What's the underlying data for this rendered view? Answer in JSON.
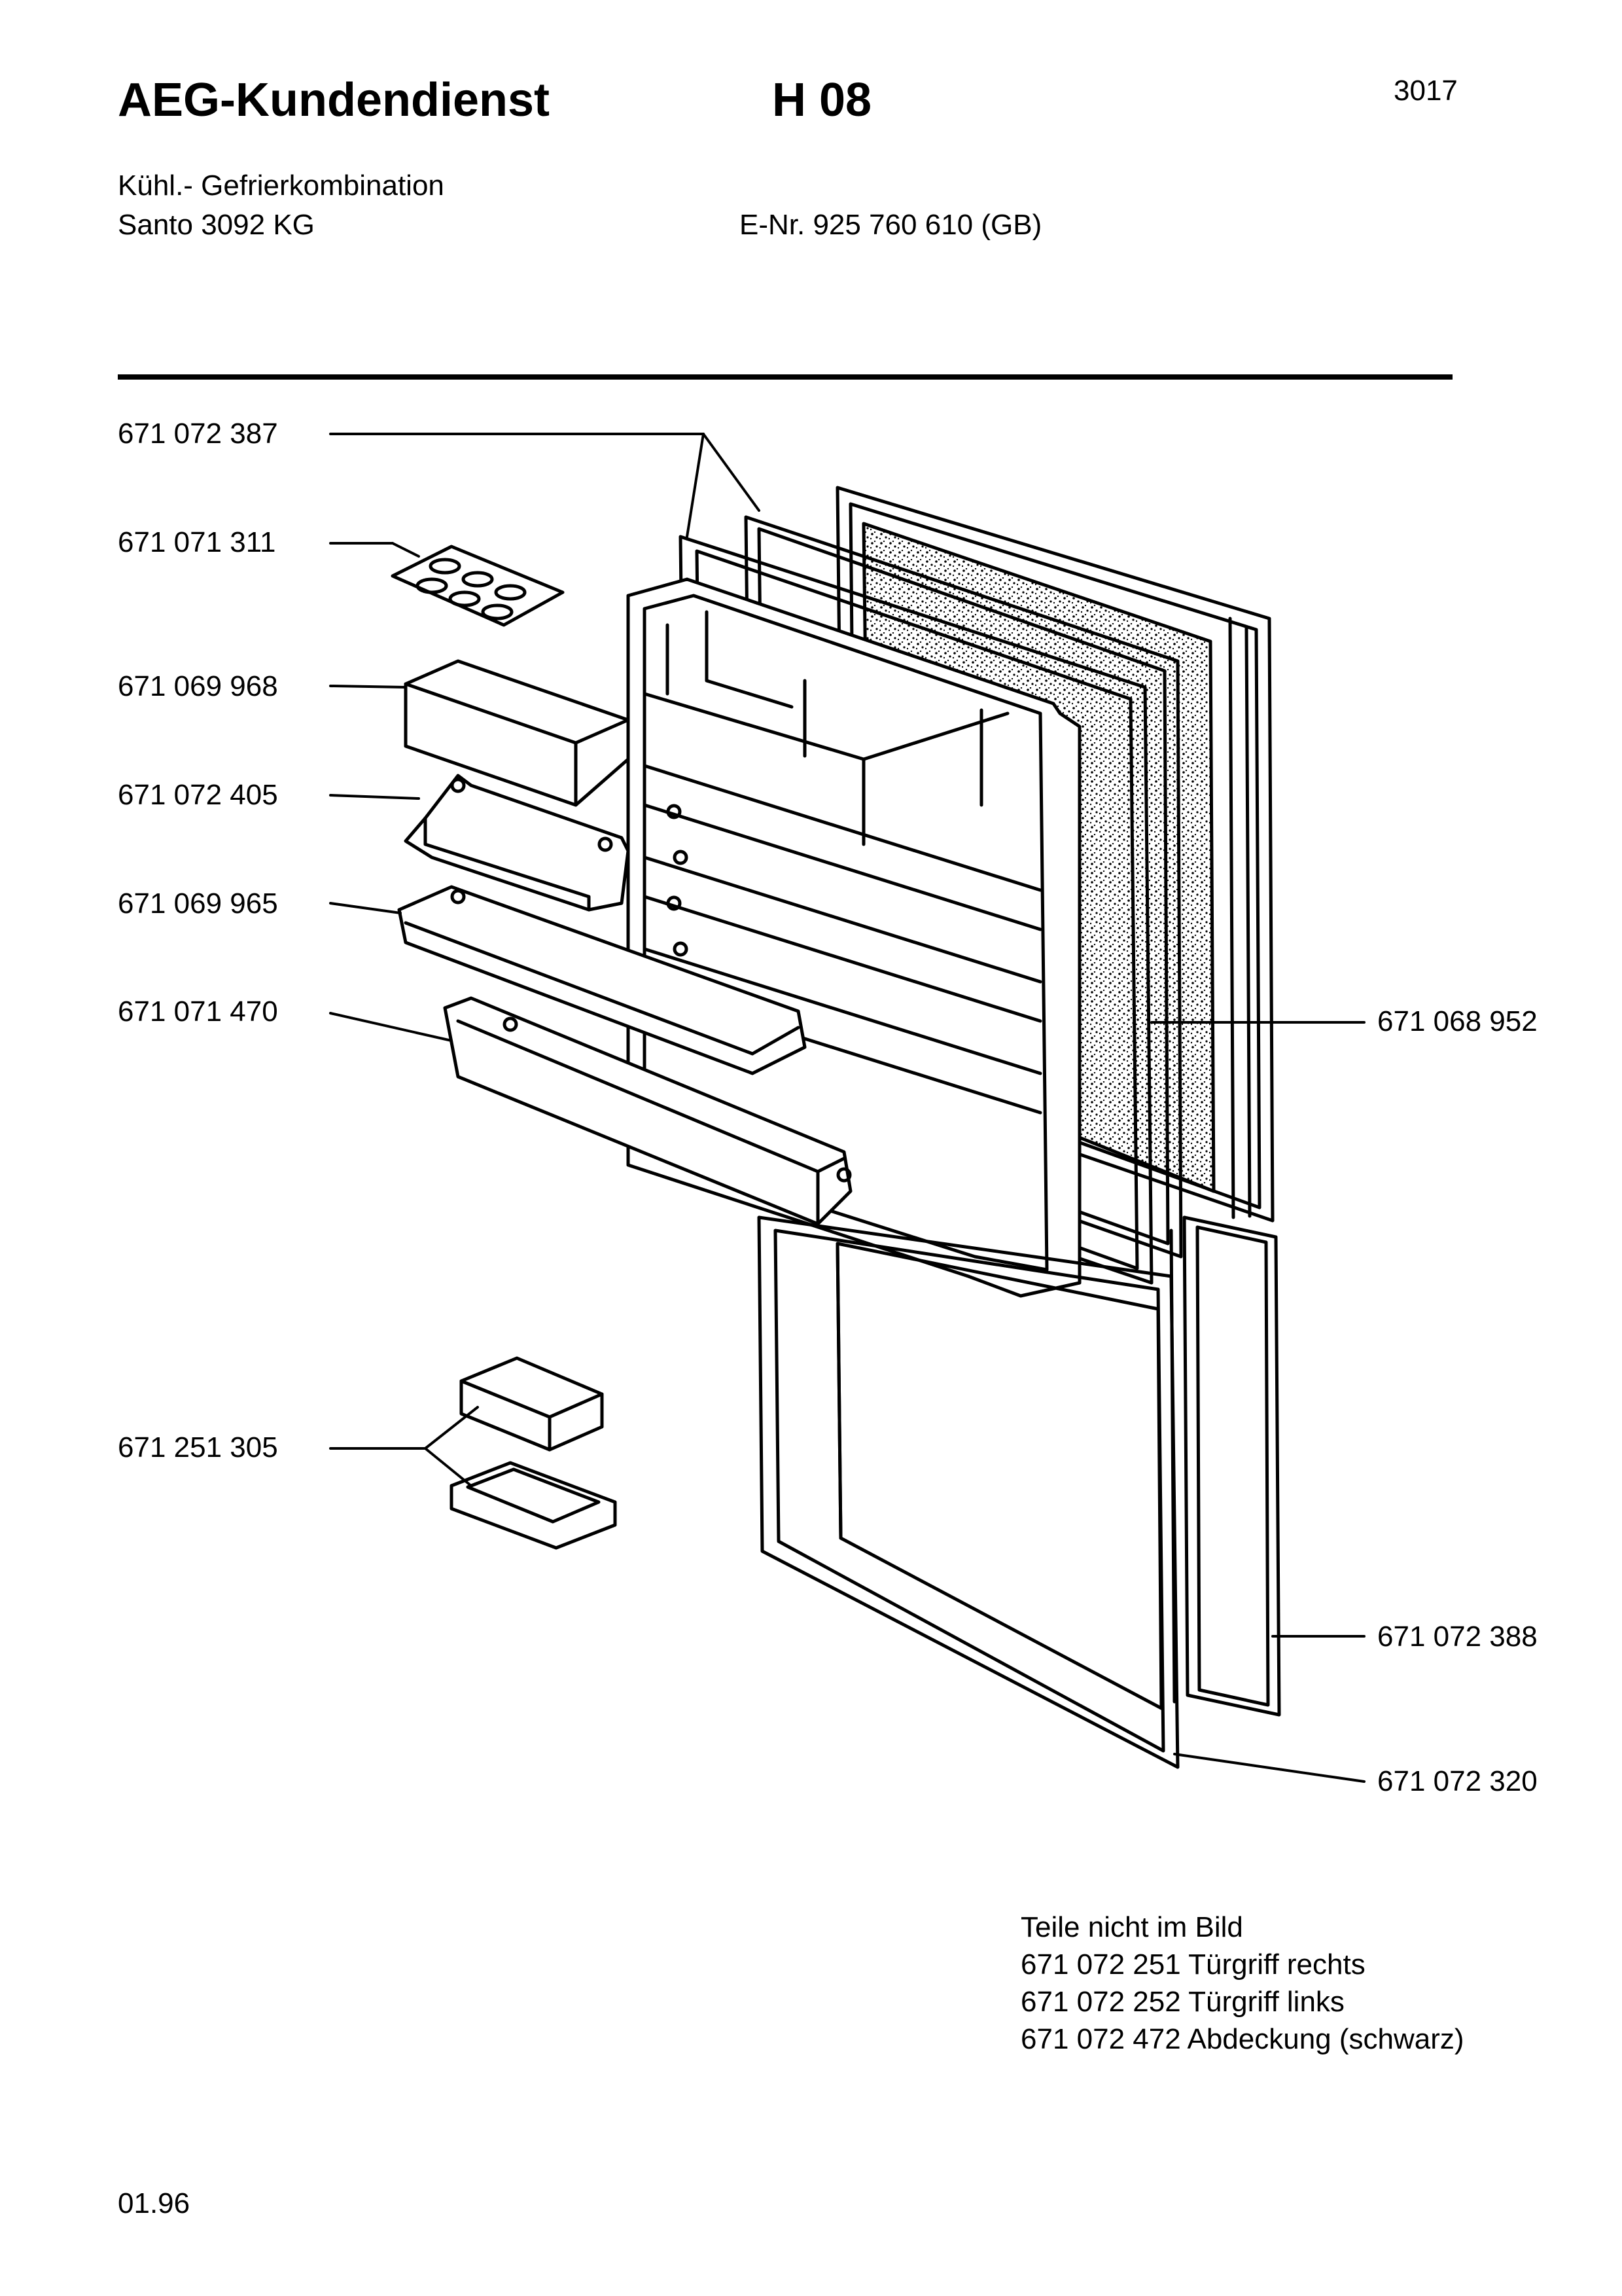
{
  "header": {
    "brand": "AEG-Kundendienst",
    "code": "H 08",
    "page_number": "3017",
    "product_type": "Kühl.- Gefrierkombination",
    "model": "Santo 3092 KG",
    "e_number": "E-Nr. 925 760 610  (GB)"
  },
  "parts": {
    "p1": "671 072 387",
    "p2": "671 071 311",
    "p3": "671 069 968",
    "p4": "671 072 405",
    "p5": "671 069 965",
    "p6": "671 071 470",
    "p7": "671 251 305",
    "p8": "671 068 952",
    "p9": "671 072 388",
    "p10": "671 072 320"
  },
  "notes": {
    "heading": "Teile nicht im Bild",
    "lines": [
      "671 072 251 Türgriff rechts",
      "671 072 252 Türgriff links",
      "671 072 472 Abdeckung (schwarz)"
    ]
  },
  "footer": {
    "date": "01.96"
  }
}
